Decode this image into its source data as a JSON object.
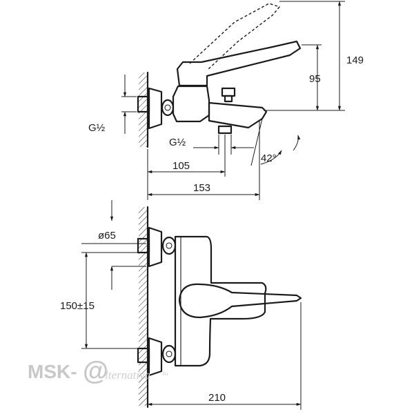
{
  "dimensions": {
    "height_total": "149",
    "height_handle": "95",
    "thread_wall": "G½",
    "thread_outlet": "G½",
    "depth_outlet": "105",
    "depth_spout": "153",
    "angle_spout": "42°",
    "diameter_rosette": "ø65",
    "center_distance": "150±15",
    "width_total": "210"
  },
  "watermark": {
    "brand": "MSK-",
    "at_sign": "@",
    "tail": "lternativa",
    "tld": ".ru"
  }
}
